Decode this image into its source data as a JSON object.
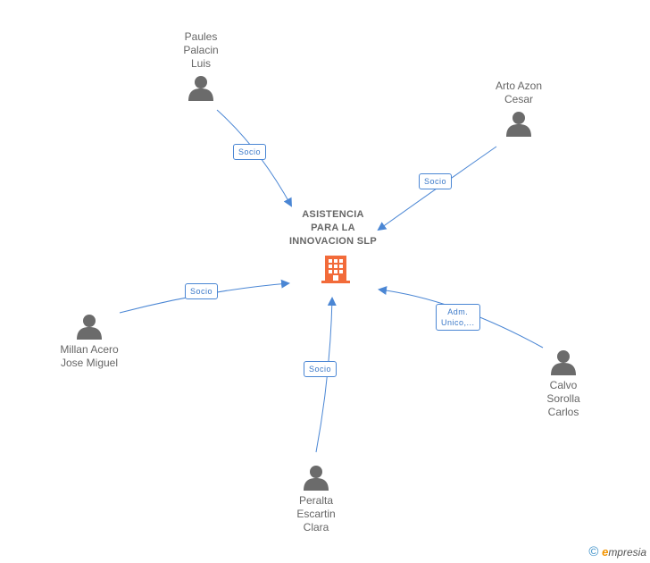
{
  "company": {
    "name": "ASISTENCIA\nPARA LA\nINNOVACION SLP",
    "icon": "building-icon",
    "color": "#f26b3a"
  },
  "people": [
    {
      "id": "paules",
      "name": "Paules\nPalacin\nLuis",
      "icon": "person-icon"
    },
    {
      "id": "arto",
      "name": "Arto Azon\nCesar",
      "icon": "person-icon"
    },
    {
      "id": "millan",
      "name": "Millan Acero\nJose Miguel",
      "icon": "person-icon"
    },
    {
      "id": "calvo",
      "name": "Calvo\nSorolla\nCarlos",
      "icon": "person-icon"
    },
    {
      "id": "peralta",
      "name": "Peralta\nEscartin\nClara",
      "icon": "person-icon"
    }
  ],
  "edges": [
    {
      "from": "paules",
      "label": "Socio"
    },
    {
      "from": "arto",
      "label": "Socio"
    },
    {
      "from": "millan",
      "label": "Socio"
    },
    {
      "from": "calvo",
      "label": "Adm.\nUnico,..."
    },
    {
      "from": "peralta",
      "label": "Socio"
    }
  ],
  "colors": {
    "edge": "#4a86d4",
    "icon": "#6b6b6b",
    "text": "#666666"
  },
  "footer": {
    "copyright": "©",
    "brand_initial": "e",
    "brand_rest": "mpresia"
  }
}
